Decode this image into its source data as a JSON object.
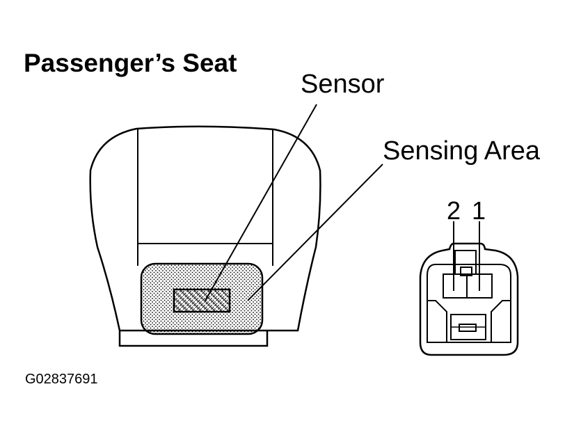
{
  "title": "Passenger’s Seat",
  "labels": {
    "sensor": "Sensor",
    "sensing_area": "Sensing Area"
  },
  "connector": {
    "pin_left": "2",
    "pin_right": "1"
  },
  "figure_code": "G02837691"
}
